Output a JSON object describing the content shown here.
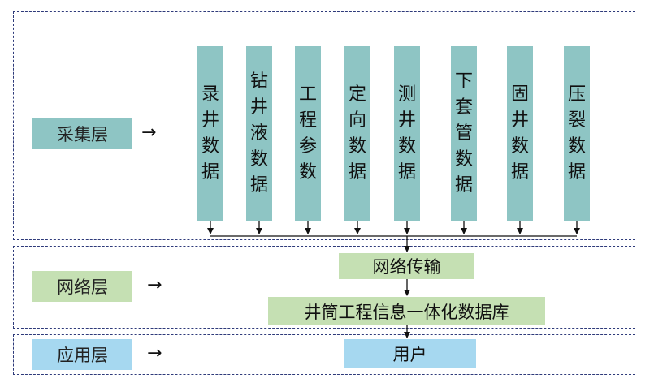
{
  "layers": {
    "collect": "采集层",
    "network": "网络层",
    "application": "应用层"
  },
  "arrow_symbol": "→",
  "collect_items": [
    "录井数据",
    "钻井液数据",
    "工程参数",
    "定向数据",
    "测井数据",
    "下套管数据",
    "固井数据",
    "压裂数据"
  ],
  "network": {
    "transfer": "网络传输",
    "database": "井筒工程信息一体化数据库"
  },
  "application": {
    "users": "用户"
  },
  "colors": {
    "collect": "#8ec5c4",
    "network": "#c5e0b3",
    "application": "#a6d8f0",
    "border": "#2e3a7a"
  }
}
